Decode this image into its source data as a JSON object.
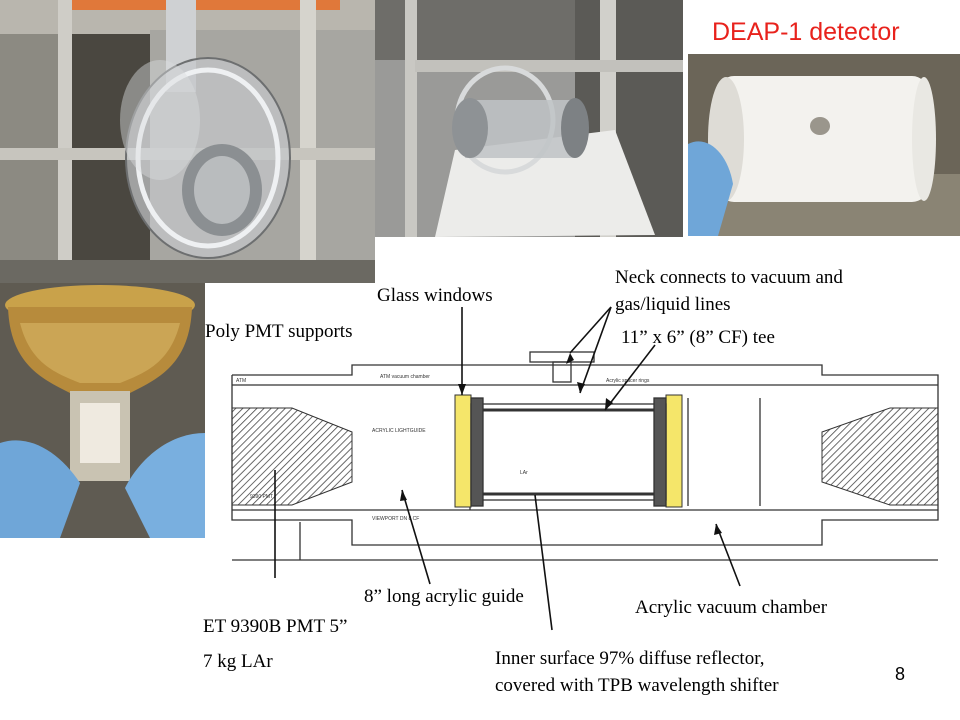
{
  "title": "DEAP-1 detector",
  "page_number": "8",
  "labels": {
    "glass_windows": "Glass windows",
    "neck_line1": "Neck connects to vacuum and",
    "neck_line2": "gas/liquid lines",
    "poly_pmt": "Poly PMT supports",
    "tee": "11” x 6” (8” CF) tee",
    "acrylic_guide": "8” long acrylic guide",
    "vacuum_chamber": "Acrylic vacuum chamber",
    "pmt_model": "ET 9390B PMT 5”",
    "lar_mass": "7 kg LAr",
    "inner_line1": "Inner surface 97% diffuse reflector,",
    "inner_line2": "covered with TPB wavelength shifter"
  },
  "colors": {
    "title": "#e8221c",
    "window_fill": "#f5e66a",
    "glove_blue": "#6fa6d8",
    "frame_orange": "#e0783a",
    "photo_dark": "#3c3a36",
    "photo_grey": "#9a9a98"
  }
}
